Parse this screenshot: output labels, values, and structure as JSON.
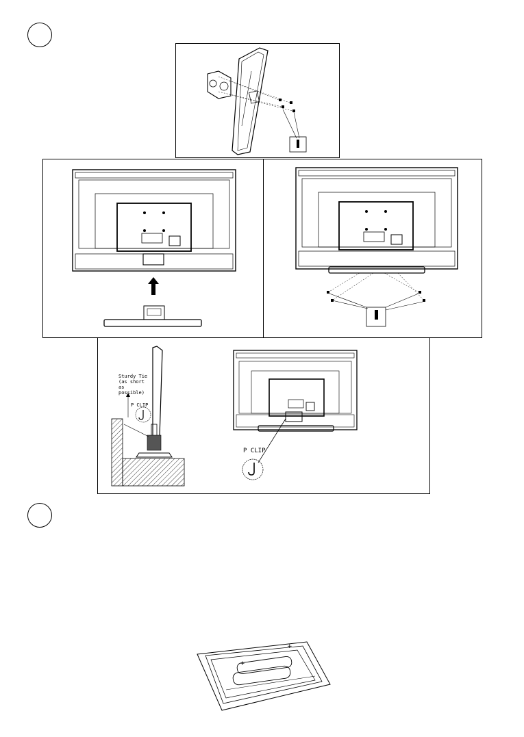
{
  "step_markers": [
    "",
    ""
  ],
  "stand_side_view": {
    "tie_note_lines": [
      "Sturdy Tie",
      "(as short",
      "as",
      "possible)"
    ],
    "clip_label": "P CLIP"
  },
  "cable_view": {
    "clip_label": "P CLIP"
  },
  "battery": {
    "plus_symbol": "+"
  }
}
